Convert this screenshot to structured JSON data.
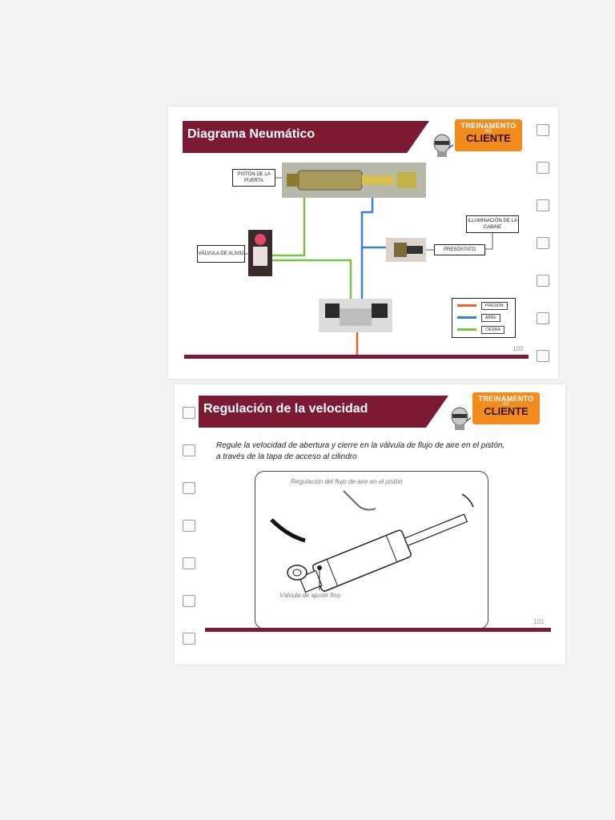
{
  "page1": {
    "title": "Diagrama Neumático",
    "page_number": "100",
    "logo": {
      "line1": "TREINAMENTO",
      "line2": "AO",
      "line3": "CLIENTE"
    },
    "labels": {
      "piston": "PISTÓN DE LA PUERTA",
      "valve": "VÁLVULA DE ALIVIO",
      "lighting": "ILLUMINACIÓN DE LA CABINE",
      "pressure_switch": "PRESÓSTATO"
    },
    "legend": [
      {
        "label": "PRESIÓN",
        "color": "#e8622a"
      },
      {
        "label": "ABRE",
        "color": "#3a7fd0"
      },
      {
        "label": "CIERRA",
        "color": "#7cc242"
      }
    ]
  },
  "page2": {
    "title": "Regulación de la velocidad",
    "page_number": "101",
    "logo": {
      "line1": "TREINAMENTO",
      "line2": "AO",
      "line3": "CLIENTE"
    },
    "instruction_line1": "Regule la velocidad de abertura y cierre en la válvula de flujo de aire en el pistón,",
    "instruction_line2": "a través de la tapa de acceso al cilindro",
    "figure_label_top": "Regulación del flujo de aire en el pistón",
    "figure_label_bottom": "Válvula de ajuste fino"
  },
  "colors": {
    "brand": "#7d1a33",
    "accent": "#f28c1c",
    "pressure": "#e8622a",
    "open": "#3a7fd0",
    "close": "#7cc242"
  }
}
